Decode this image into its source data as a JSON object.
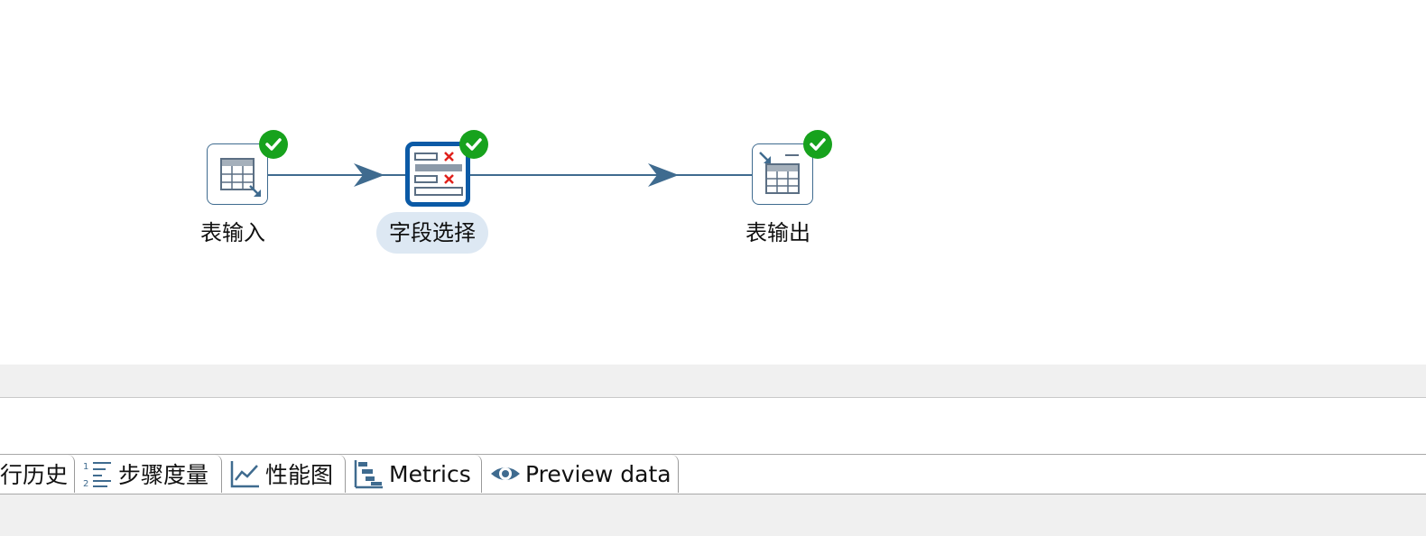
{
  "canvas": {
    "steps": [
      {
        "label": "表输入",
        "icon": "table-input-icon",
        "status": "success"
      },
      {
        "label": "字段选择",
        "icon": "select-values-icon",
        "status": "success",
        "selected": true
      },
      {
        "label": "表输出",
        "icon": "table-output-icon",
        "status": "success"
      }
    ],
    "colors": {
      "hop": "#3f6b8f",
      "success": "#17a21d",
      "selected_border": "#0b5aa6",
      "selected_label_bg": "#dde8f3",
      "error_mark": "#e0201b"
    }
  },
  "bottom_tabs": [
    {
      "label": "行历史",
      "icon": "none"
    },
    {
      "label": "步骤度量",
      "icon": "numbered-list-icon"
    },
    {
      "label": "性能图",
      "icon": "line-chart-icon"
    },
    {
      "label": "Metrics",
      "icon": "gantt-icon"
    },
    {
      "label": "Preview data",
      "icon": "eye-icon"
    }
  ]
}
